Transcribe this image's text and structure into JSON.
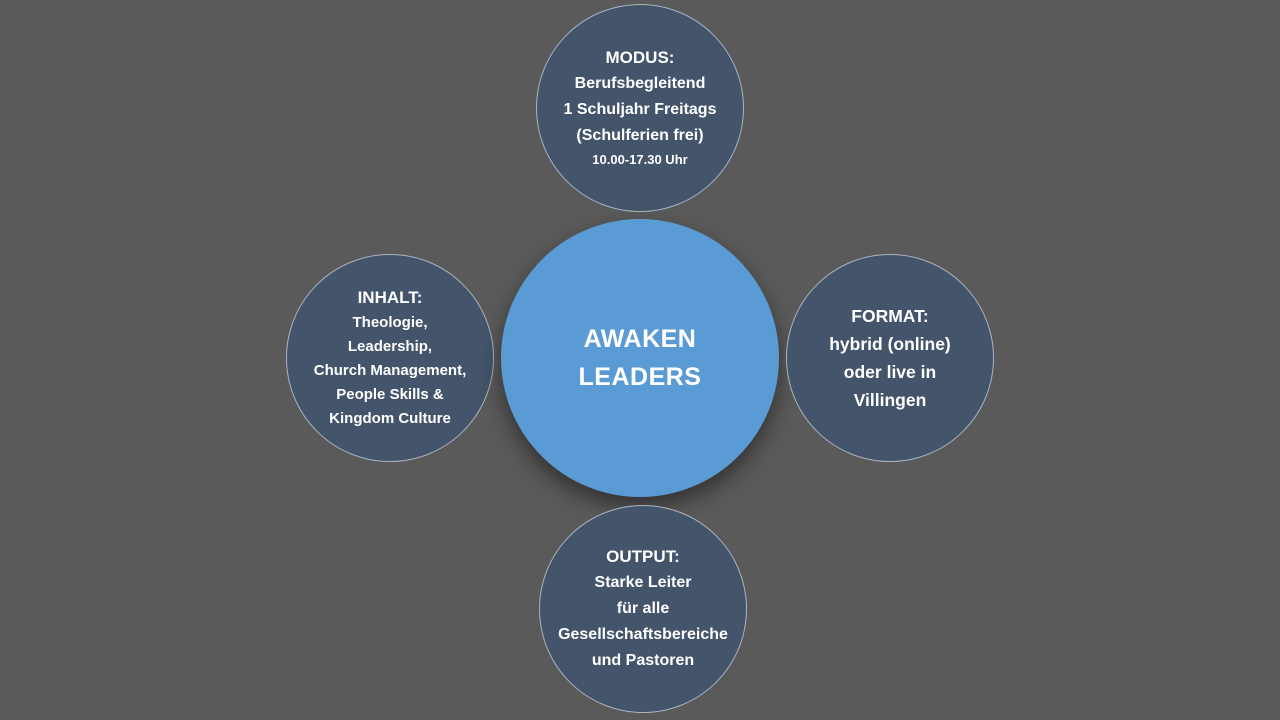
{
  "center": {
    "lines": [
      "AWAKEN",
      "LEADERS"
    ],
    "color": "#5b9bd5"
  },
  "modus": {
    "heading": "MODUS:",
    "lines": [
      "Berufsbegleitend",
      "1 Schuljahr Freitags",
      "(Schulferien frei)"
    ],
    "time": "10.00-17.30 Uhr"
  },
  "inhalt": {
    "heading": "INHALT:",
    "lines": [
      "Theologie,",
      "Leadership,",
      "Church Management,",
      "People Skills &",
      "Kingdom Culture"
    ]
  },
  "format": {
    "heading": "FORMAT:",
    "lines": [
      "hybrid (online)",
      "oder live in",
      "Villingen"
    ]
  },
  "output": {
    "heading": "OUTPUT:",
    "lines": [
      "Starke Leiter",
      "für alle",
      "Gesellschaftsbereiche",
      "und Pastoren"
    ]
  },
  "colors": {
    "background": "#5a5a5a",
    "satellite_fill": "#44546a",
    "satellite_border": "#a9b3c0",
    "text": "#ffffff"
  }
}
